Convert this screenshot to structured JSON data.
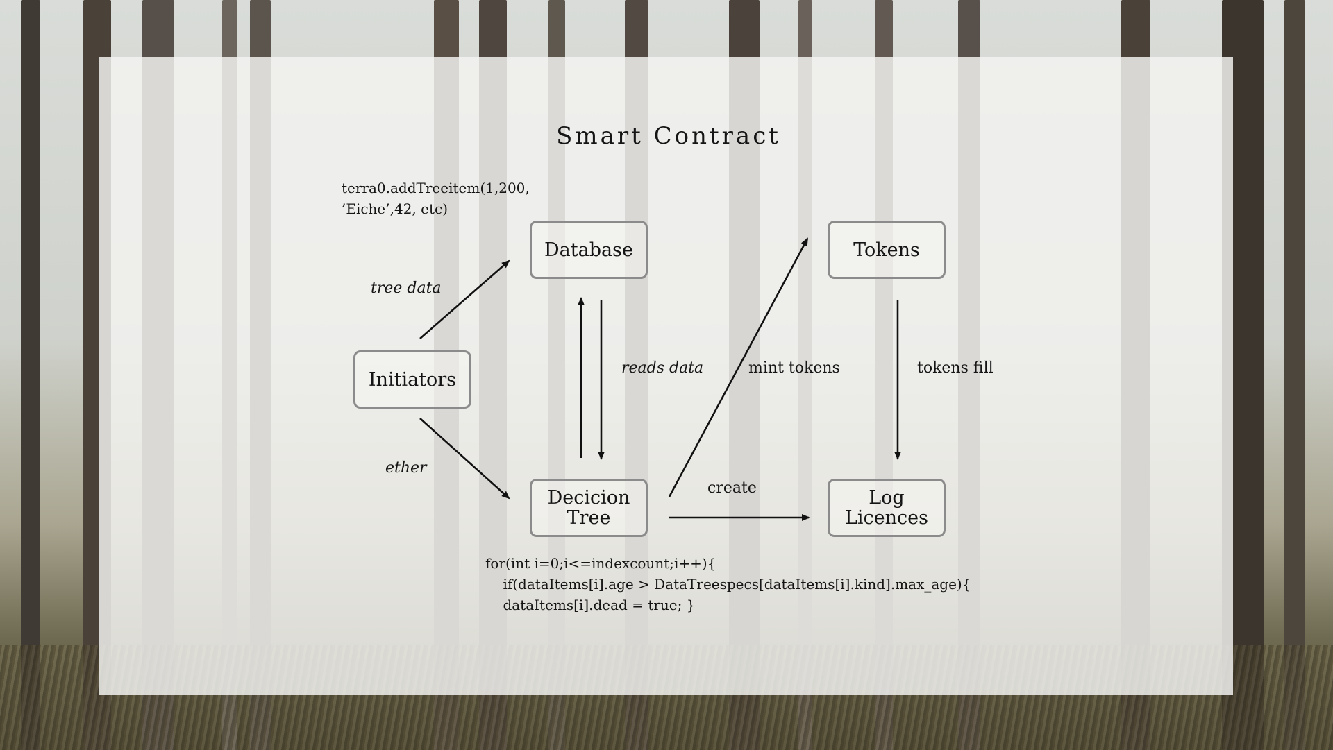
{
  "diagram": {
    "title": "Smart Contract",
    "nodes": {
      "database": "Database",
      "tokens": "Tokens",
      "initiators": "Initiators",
      "decision_tree": "Decicion\nTree",
      "log_licences": "Log\nLicences"
    },
    "edge_labels": {
      "tree_data": "tree data",
      "ether": "ether",
      "reads_data": "reads data",
      "mint_tokens": "mint tokens",
      "tokens_fill": "tokens fill",
      "create": "create"
    },
    "code_top": {
      "line1": "terra0.addTreeitem(1,200,",
      "line2": "’Eiche’,42, etc)"
    },
    "code_bottom": {
      "line1": "for(int i=0;i<=indexcount;i++){",
      "line2": "if(dataItems[i].age > DataTreespecs[dataItems[i].kind].max_age){",
      "line3": "dataItems[i].dead = true; }"
    }
  },
  "colors": {
    "panel": "#f3f3f1",
    "node_border": "#8b8b8b",
    "text": "#151515",
    "arrow": "#111111"
  }
}
